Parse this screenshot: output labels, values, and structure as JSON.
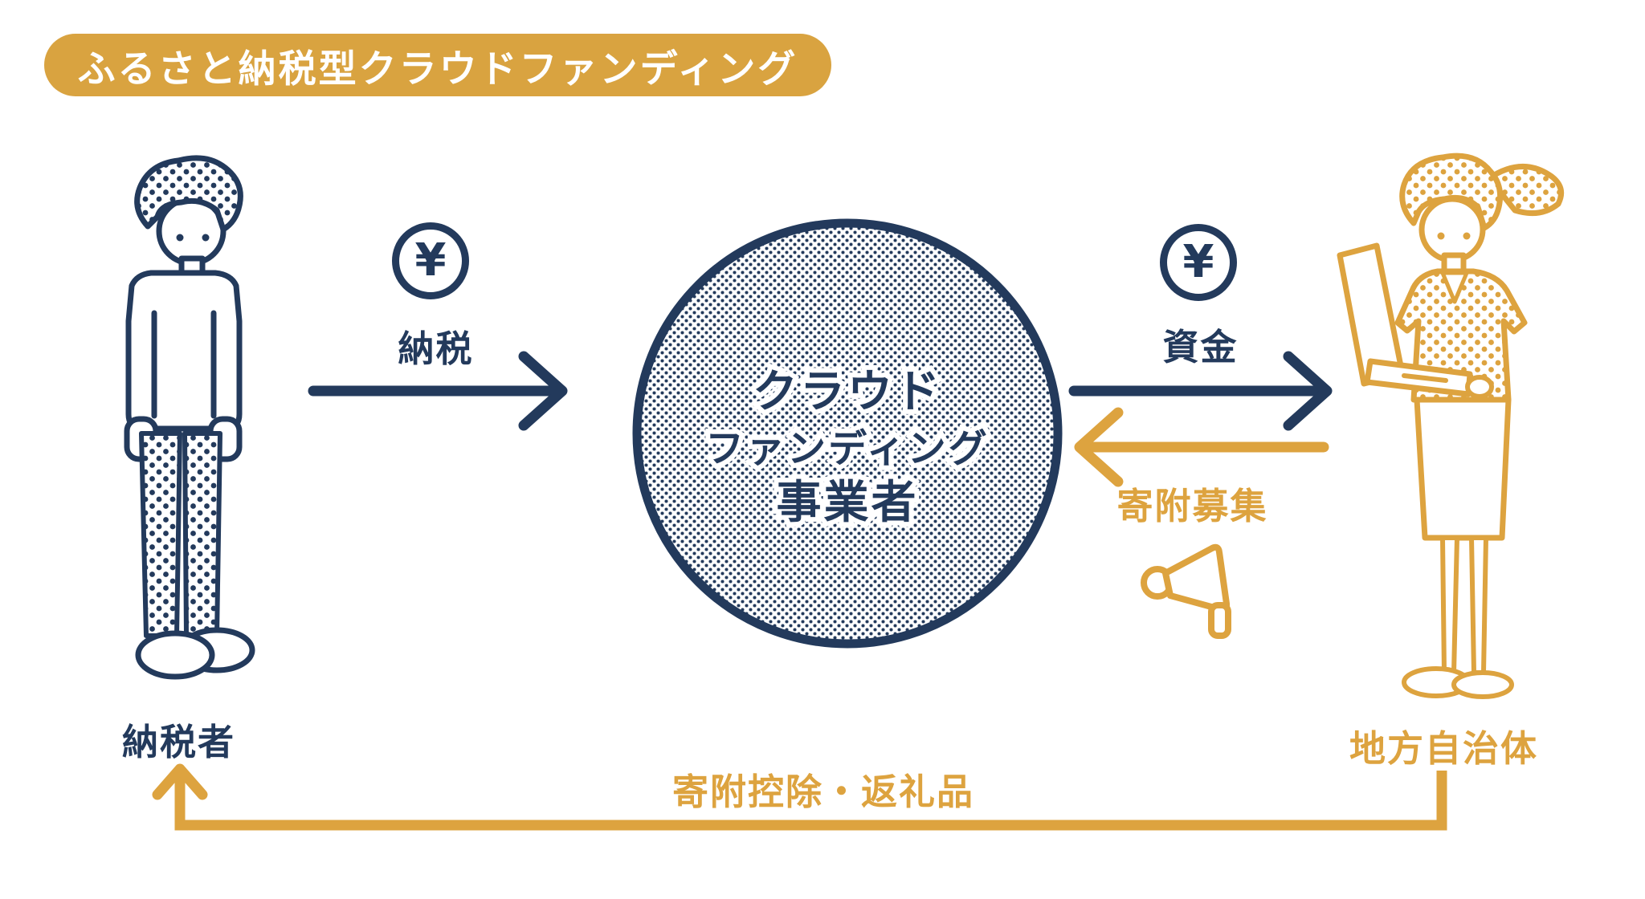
{
  "colors": {
    "navy": "#233a5c",
    "gold": "#dda33f",
    "background": "#ffffff"
  },
  "badge": {
    "title": "ふるさと納税型クラウドファンディング"
  },
  "actors": {
    "taxpayer": {
      "label": "納税者"
    },
    "crowdfunding_operator": {
      "line1": "クラウド",
      "line2": "ファンディング",
      "line3": "事業者"
    },
    "municipality": {
      "label": "地方自治体"
    }
  },
  "flows": {
    "tax": {
      "label": "納税",
      "currency_symbol": "¥",
      "from": "納税者",
      "to": "クラウドファンディング事業者"
    },
    "funds": {
      "label": "資金",
      "currency_symbol": "¥",
      "from": "クラウドファンディング事業者",
      "to": "地方自治体"
    },
    "donation_call": {
      "label": "寄附募集",
      "from": "地方自治体",
      "to": "クラウドファンディング事業者"
    },
    "return_flow": {
      "label": "寄附控除・返礼品",
      "from": "地方自治体",
      "to": "納税者"
    }
  }
}
